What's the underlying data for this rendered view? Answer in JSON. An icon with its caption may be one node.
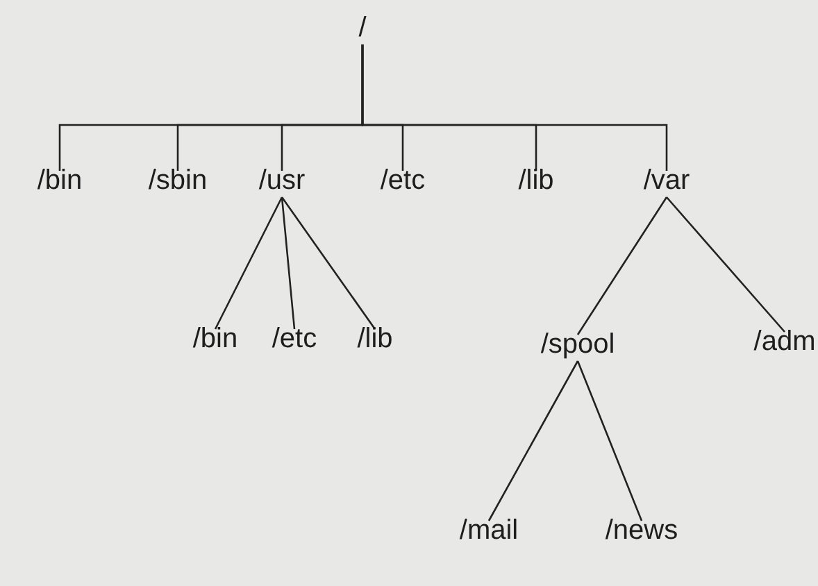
{
  "diagram": {
    "nodes": [
      {
        "text": [
          "/"
        ]
      },
      {
        "text": [
          "/bin"
        ]
      },
      {
        "text": [
          "/sbin"
        ]
      },
      {
        "text": [
          "/usr"
        ]
      },
      {
        "text": [
          "/etc"
        ]
      },
      {
        "text": [
          "/lib"
        ]
      },
      {
        "text": [
          "/var"
        ]
      },
      {
        "text": [
          "/bin"
        ]
      },
      {
        "text": [
          "/etc"
        ]
      },
      {
        "text": [
          "/lib"
        ]
      },
      {
        "text": [
          "/spool"
        ]
      },
      {
        "text": [
          "/adm"
        ]
      },
      {
        "text": [
          "/mail"
        ]
      },
      {
        "text": [
          "/news"
        ]
      }
    ],
    "edges": [
      {
        "from": 0,
        "to": 1,
        "arrow": "none"
      },
      {
        "from": 0,
        "to": 2,
        "arrow": "none"
      },
      {
        "from": 0,
        "to": 3,
        "arrow": "none"
      },
      {
        "from": 0,
        "to": 4,
        "arrow": "none"
      },
      {
        "from": 0,
        "to": 5,
        "arrow": "none"
      },
      {
        "from": 0,
        "to": 6,
        "arrow": "none"
      },
      {
        "from": 3,
        "to": 7,
        "arrow": "none"
      },
      {
        "from": 3,
        "to": 8,
        "arrow": "none"
      },
      {
        "from": 3,
        "to": 9,
        "arrow": "none"
      },
      {
        "from": 6,
        "to": 10,
        "arrow": "none"
      },
      {
        "from": 6,
        "to": 11,
        "arrow": "none"
      },
      {
        "from": 10,
        "to": 12,
        "arrow": "none"
      },
      {
        "from": 10,
        "to": 13,
        "arrow": "none"
      }
    ]
  }
}
